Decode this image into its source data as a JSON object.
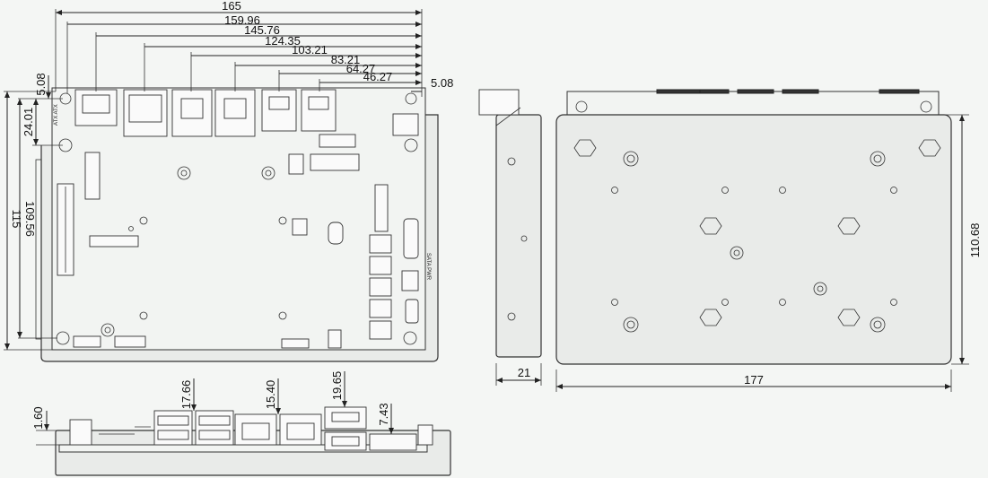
{
  "top_view": {
    "dimensions": {
      "width_total": "165",
      "d1": "159.96",
      "d2": "145.76",
      "d3": "124.35",
      "d4": "103.21",
      "d5": "83.21",
      "d6": "64.27",
      "d7": "46.27",
      "right_offset": "5.08",
      "left_offset": "5.08",
      "hole_offset": "24.01",
      "height_inner": "109.56",
      "height_total": "115"
    },
    "board_labels": {
      "atx_label": "ATX ATX",
      "sata_label": "SATA PWR"
    }
  },
  "side_view": {
    "width": "21"
  },
  "rear_view": {
    "height": "110.68",
    "width": "177"
  },
  "front_view": {
    "h1": "1.60",
    "h2": "17.66",
    "h3": "15.40",
    "h4": "19.65",
    "h5": "7.43"
  }
}
